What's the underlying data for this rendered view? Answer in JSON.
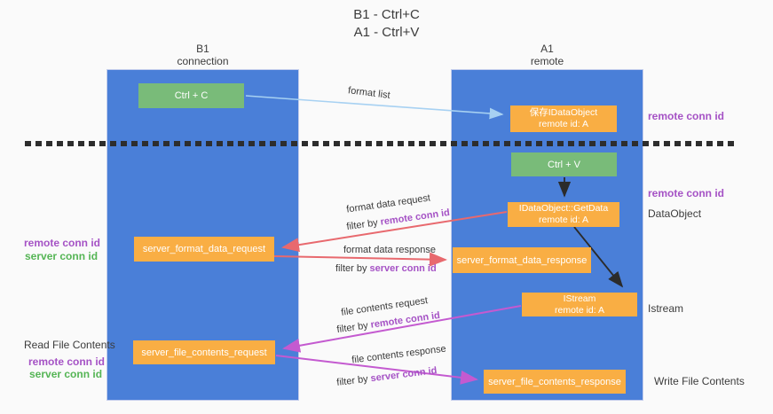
{
  "title": {
    "line1": "B1 - Ctrl+C",
    "line2": "A1 - Ctrl+V"
  },
  "lanes": {
    "left": {
      "name": "B1",
      "role": "connection"
    },
    "right": {
      "name": "A1",
      "role": "remote"
    }
  },
  "nodes": {
    "ctrl_c": {
      "label": "Ctrl + C"
    },
    "saved_dataobject": {
      "line1": "保存IDataObject",
      "line2": "remote id: A"
    },
    "ctrl_v": {
      "label": "Ctrl + V"
    },
    "getdata": {
      "line1": "IDataObject::GetData",
      "line2": "remote id: A"
    },
    "format_request": {
      "label": "server_format_data_request"
    },
    "format_response": {
      "label": "server_format_data_response"
    },
    "istream": {
      "line1": "IStream",
      "line2": "remote id: A"
    },
    "file_request": {
      "label": "server_file_contents_request"
    },
    "file_response": {
      "label": "server_file_contents_response"
    }
  },
  "edges": {
    "format_list": {
      "label": "format list"
    },
    "format_data_request": {
      "label": "format data request",
      "filter_prefix": "filter by ",
      "filter_key": "remote conn id"
    },
    "format_data_response": {
      "label": "format data response",
      "filter_prefix": "filter by ",
      "filter_key": "server conn id"
    },
    "file_contents_request": {
      "label": "file contents request",
      "filter_prefix": "filter by ",
      "filter_key": "remote conn id"
    },
    "file_contents_response": {
      "label": "file contents response",
      "filter_prefix": "filter by ",
      "filter_key": "server conn id"
    }
  },
  "annotations": {
    "right_top_conn_id": "remote conn id",
    "right_mid_conn_id": "remote conn id",
    "dataobject": "DataObject",
    "istream": "Istream",
    "write_file_contents": "Write File Contents",
    "left_format_remote": "remote conn id",
    "left_format_server": "server conn id",
    "read_file_contents": "Read File Contents",
    "left_file_remote": "remote conn id",
    "left_file_server": "server conn id"
  },
  "colors": {
    "background": "#fafafa",
    "lane_blue": "#4a7fd8",
    "node_green": "#79bb79",
    "node_orange": "#f9ae44",
    "arrow_light_blue": "#a7d1f2",
    "arrow_red": "#e8696e",
    "arrow_magenta": "#c45ad0",
    "arrow_black": "#2b2b2b",
    "text_purple": "#a552c5",
    "text_green": "#55b555"
  }
}
